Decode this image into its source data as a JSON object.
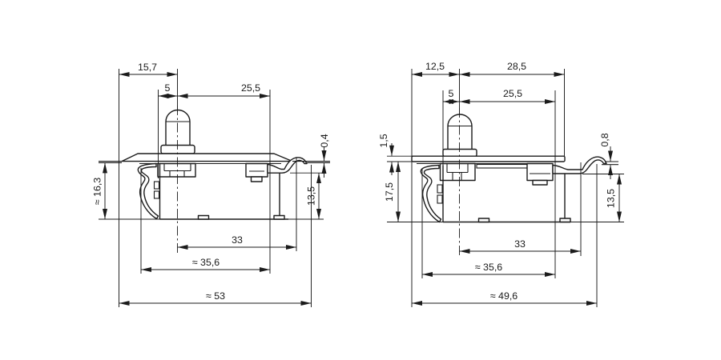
{
  "colors": {
    "ink": "#1b1b1b",
    "background": "#ffffff"
  },
  "views": {
    "left": {
      "top_width": "15,7",
      "stem_offset": "5",
      "stem_to_edge": "25,5",
      "flange_protrusion": "0,4",
      "mount_depth": "≈ 16,3",
      "clamp_depth": "13,5",
      "hook_span": "33",
      "body_width": "≈ 35,6",
      "overall_width": "≈ 53"
    },
    "right": {
      "plate_left_to_center": "12,5",
      "center_to_plate_right": "28,5",
      "stem_offset": "5",
      "stem_to_edge": "25,5",
      "plate_thickness": "1,5",
      "clamp_gap": "0,8",
      "mount_depth": "17,5",
      "clamp_depth": "13,5",
      "hook_span": "33",
      "body_width": "≈ 35,6",
      "overall_width": "≈ 49,6"
    }
  }
}
